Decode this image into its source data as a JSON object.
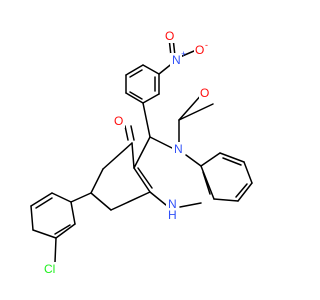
{
  "molecule": {
    "atoms": {
      "nitro_n": "N",
      "nitro_n_charge": "+",
      "nitro_o_top": "O",
      "nitro_o_right": "O",
      "nitro_o_right_charge": "-",
      "carbonyl_o_ring": "O",
      "carbonyl_o_acetyl": "O",
      "diazepine_n": "N",
      "amine_n": "N",
      "amine_h": "H",
      "chlorine": "Cl"
    },
    "colors": {
      "nitrogen": "#3050F8",
      "oxygen": "#FF0D0D",
      "chlorine": "#1FF01F",
      "bond": "#000000"
    }
  }
}
